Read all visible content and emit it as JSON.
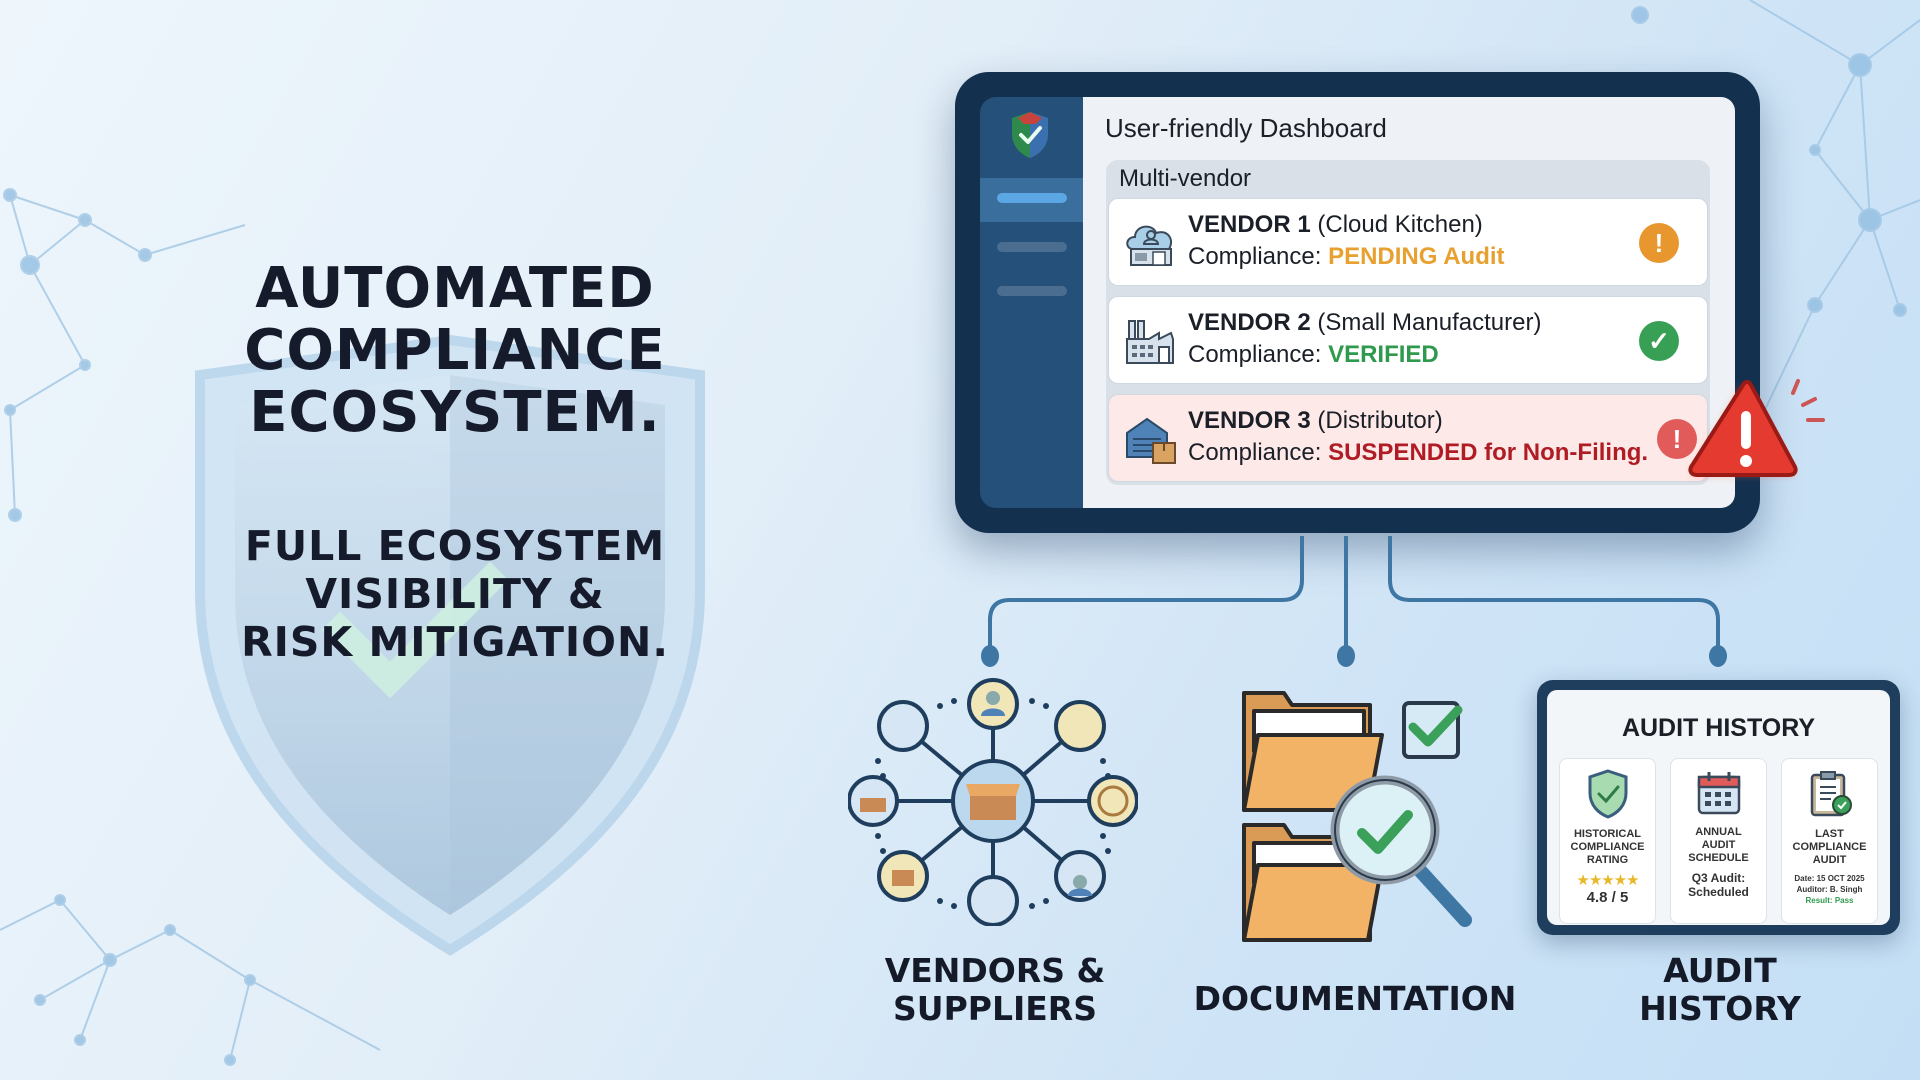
{
  "headline": {
    "title_lines": [
      "AUTOMATED",
      "COMPLIANCE",
      "ECOSYSTEM."
    ],
    "subtitle_lines": [
      "FULL ECOSYSTEM",
      "VISIBILITY &",
      "RISK MITIGATION."
    ]
  },
  "dashboard": {
    "title": "User-friendly Dashboard",
    "section_label": "Multi-vendor",
    "vendors": [
      {
        "name": "VENDOR 1",
        "type": "(Cloud Kitchen)",
        "status_prefix": "Compliance:",
        "status": "PENDING Audit",
        "status_color": "#e8a030",
        "badge": "!",
        "badge_color": "#e8962e",
        "icon": "cloud-kitchen-icon"
      },
      {
        "name": "VENDOR 2",
        "type": "(Small Manufacturer)",
        "status_prefix": "Compliance:",
        "status": "VERIFIED",
        "status_color": "#2f9a4e",
        "badge": "✓",
        "badge_color": "#38a055",
        "icon": "factory-icon"
      },
      {
        "name": "VENDOR 3",
        "type": "(Distributor)",
        "status_prefix": "Compliance:",
        "status": "SUSPENDED for Non-Filing.",
        "status_color": "#b01c24",
        "badge": "!",
        "badge_color": "#e25b5b",
        "icon": "warehouse-icon"
      }
    ]
  },
  "branches": {
    "vendors_label": [
      "VENDORS &",
      "SUPPLIERS"
    ],
    "documentation_label": "DOCUMENTATION",
    "audit_label": [
      "AUDIT",
      "HISTORY"
    ]
  },
  "audit_history": {
    "title": "AUDIT HISTORY",
    "cells": [
      {
        "label_lines": [
          "HISTORICAL",
          "COMPLIANCE",
          "RATING"
        ],
        "stars": "★★★★★",
        "value": "4.8 / 5",
        "rating": 4.8
      },
      {
        "label_lines": [
          "ANNUAL",
          "AUDIT",
          "SCHEDULE"
        ],
        "value_lines": [
          "Q3 Audit:",
          "Scheduled"
        ]
      },
      {
        "label_lines": [
          "LAST",
          "COMPLIANCE",
          "AUDIT"
        ],
        "details": [
          "Date: 15 OCT 2025",
          "Auditor: B. Singh",
          "Result: Pass"
        ]
      }
    ]
  }
}
